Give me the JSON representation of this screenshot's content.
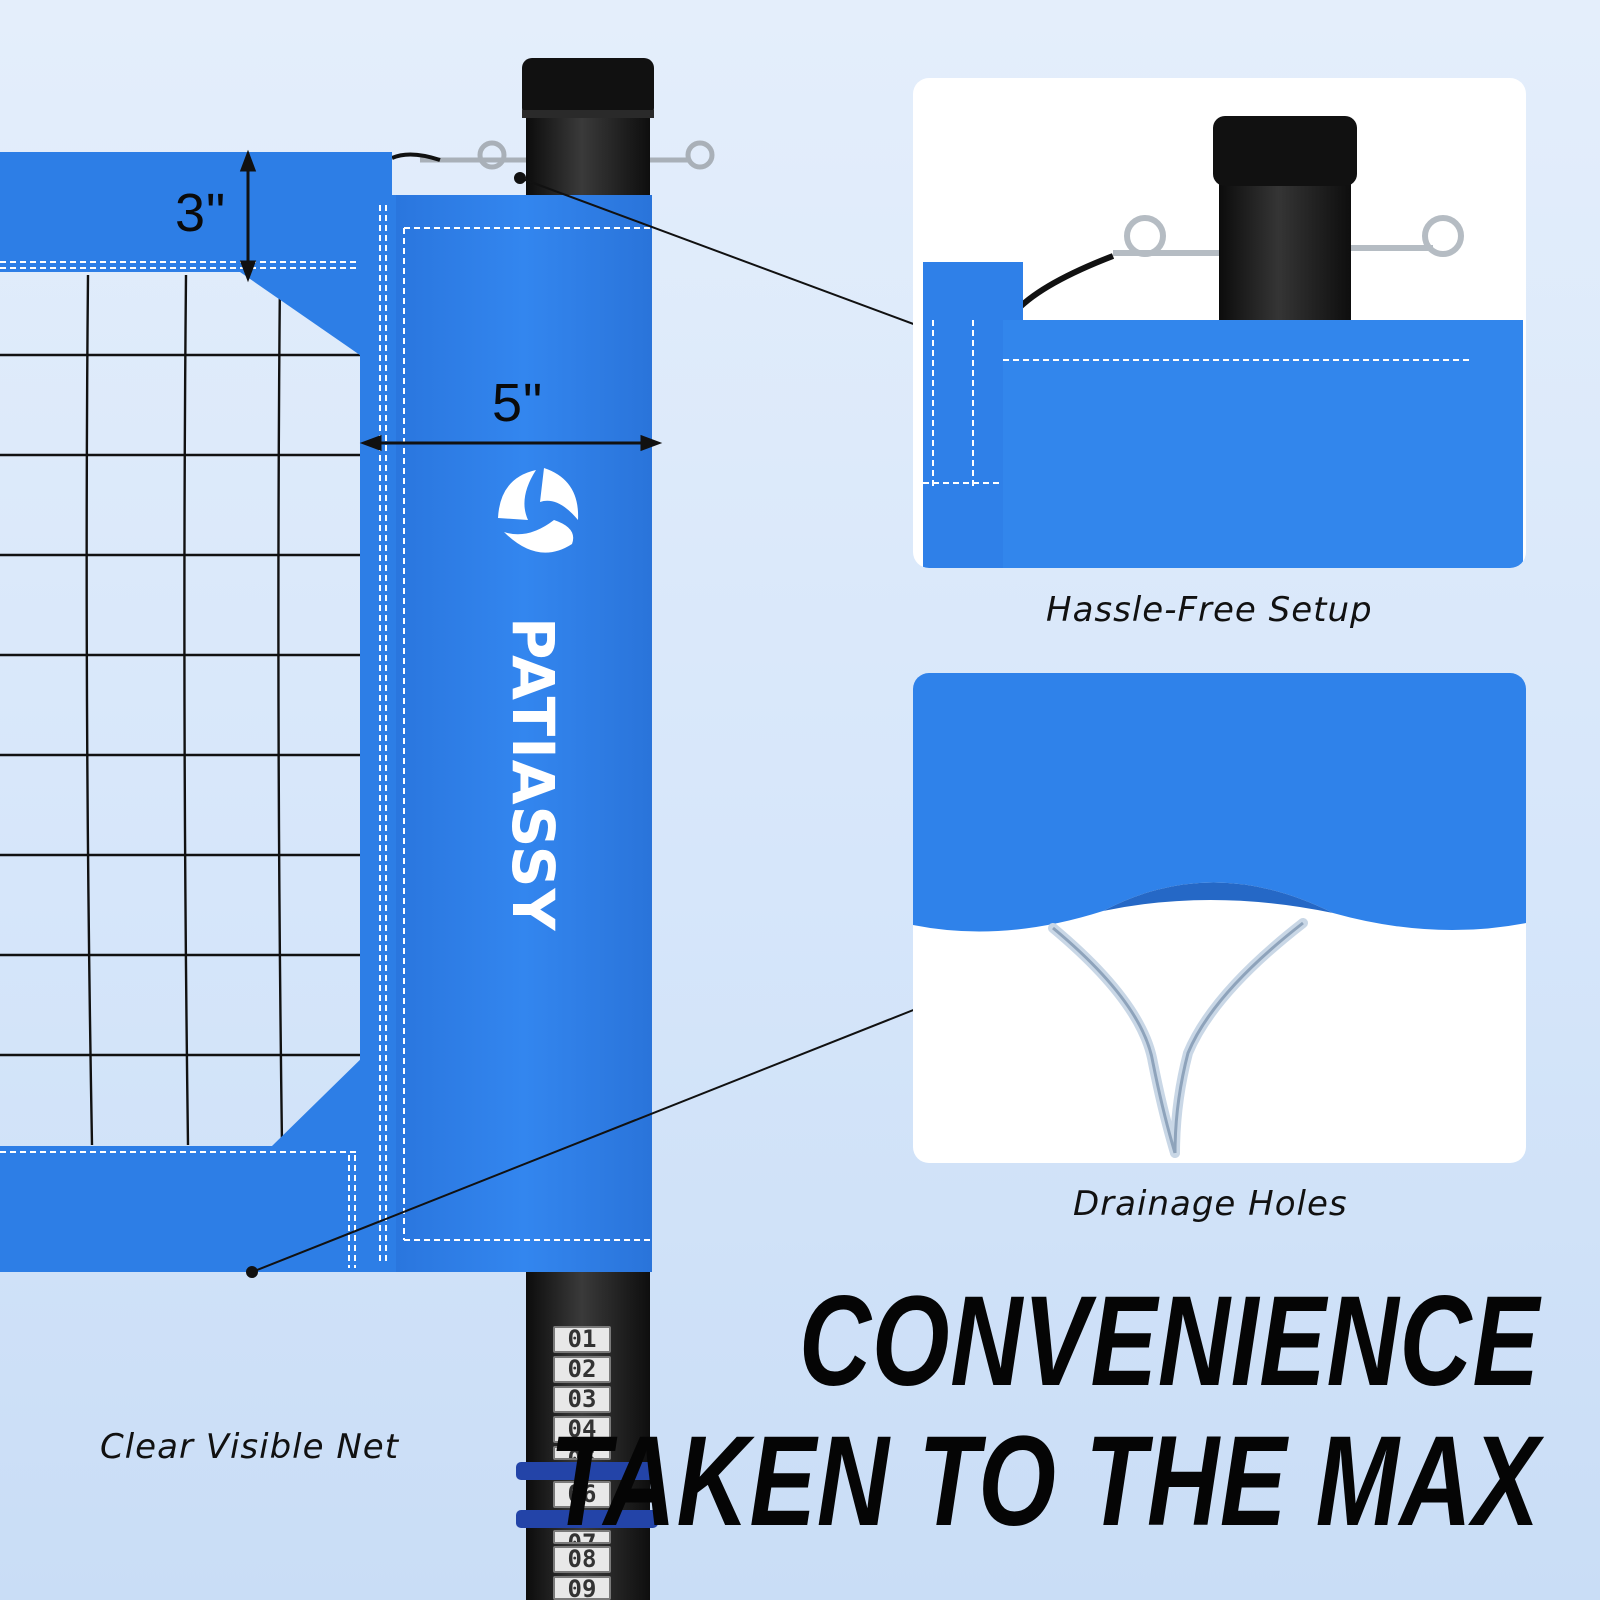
{
  "dimensions": {
    "band_height_label": "3\"",
    "sleeve_width_label": "5\""
  },
  "brand": {
    "name": "PATIASSY",
    "logo_icon": "volleyball-logo-icon"
  },
  "pole": {
    "height_marks": [
      "01",
      "02",
      "03",
      "04",
      "05",
      "06",
      "07",
      "08",
      "09"
    ]
  },
  "features": {
    "setup_caption": "Hassle-Free Setup",
    "drainage_caption": "Drainage Holes",
    "net_caption": "Clear Visible Net"
  },
  "headline": {
    "line1": "CONVENIENCE",
    "line2": "TAKEN TO THE MAX"
  },
  "colors": {
    "net_blue": "#2d7ee6",
    "pole_black": "#151515",
    "background": "#dbe8fa"
  }
}
